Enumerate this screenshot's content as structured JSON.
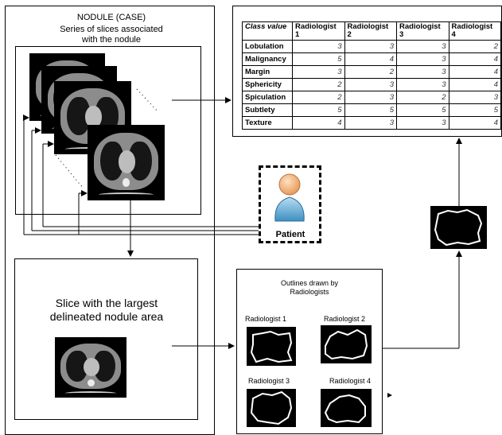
{
  "case_panel": {
    "title": "NODULE (CASE)",
    "subtitle_line1": "Series of slices associated",
    "subtitle_line2": "with the nodule"
  },
  "slice_panel": {
    "title_line1": "Slice with the largest",
    "title_line2": "delineated nodule area"
  },
  "patient": {
    "label": "Patient"
  },
  "outlines_panel": {
    "title_line1": "Outlines drawn by",
    "title_line2": "Radiologists",
    "labels": [
      "Radiologist 1",
      "Radiologist 2",
      "Radiologist 3",
      "Radiologist 4"
    ]
  },
  "table": {
    "header": [
      "Class value",
      "Radiologist 1",
      "Radiologist 2",
      "Radiologist 3",
      "Radiologist 4"
    ],
    "rows": [
      {
        "name": "Lobulation",
        "values": [
          "3",
          "3",
          "3",
          "2"
        ]
      },
      {
        "name": "Malignancy",
        "values": [
          "5",
          "4",
          "3",
          "4"
        ]
      },
      {
        "name": "Margin",
        "values": [
          "3",
          "2",
          "3",
          "4"
        ]
      },
      {
        "name": "Sphericity",
        "values": [
          "2",
          "3",
          "3",
          "4"
        ]
      },
      {
        "name": "Spiculation",
        "values": [
          "2",
          "3",
          "2",
          "3"
        ]
      },
      {
        "name": "Subtlety",
        "values": [
          "5",
          "5",
          "5",
          "5"
        ]
      },
      {
        "name": "Texture",
        "values": [
          "4",
          "3",
          "3",
          "4"
        ]
      }
    ]
  }
}
